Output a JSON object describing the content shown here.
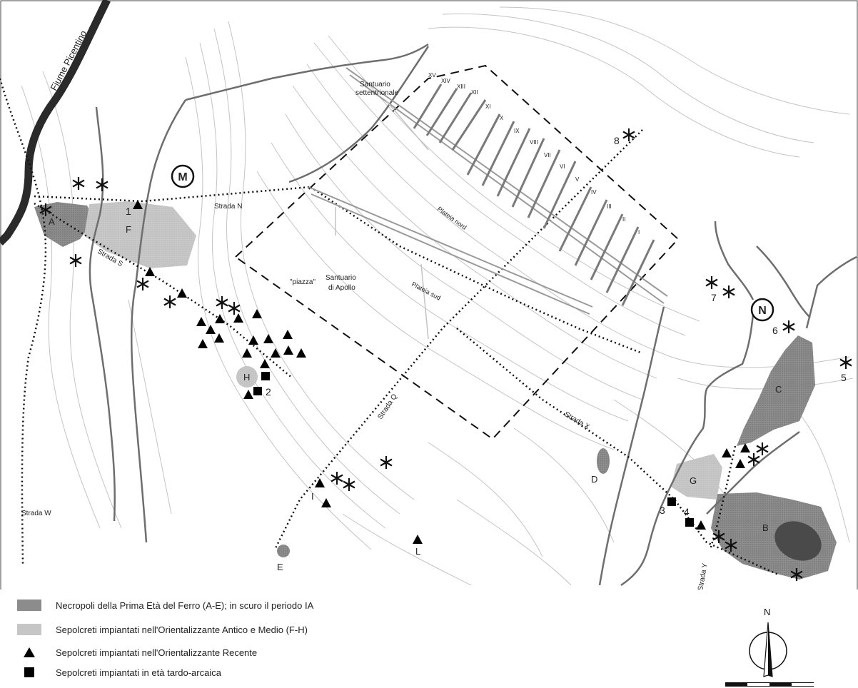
{
  "map": {
    "river": "Fiume Picentino",
    "circle_labels": [
      "M",
      "N"
    ],
    "streets": {
      "n": "Strada N",
      "s": "Strada S",
      "w": "Strada W",
      "q": "Strada Q",
      "x": "Strada X",
      "y": "Strada Y"
    },
    "places": {
      "santuario_sett_1": "Santuario",
      "santuario_sett_2": "settentrionale",
      "piazza": "\"piazza\"",
      "santuario_apollo_1": "Santuario",
      "santuario_apollo_2": "di Apollo",
      "plateia_nord": "Plateia nord",
      "plateia_sud": "Plateia sud"
    },
    "necropolis_letters": [
      "A",
      "B",
      "C",
      "D",
      "E",
      "F",
      "G",
      "H",
      "I",
      "L"
    ],
    "site_numbers": [
      "1",
      "2",
      "3",
      "4",
      "5",
      "6",
      "7",
      "8"
    ],
    "block_numerals": [
      "XV",
      "XIV",
      "XIII",
      "XII",
      "XI",
      "X",
      "IX",
      "VIII",
      "VII",
      "VI",
      "V",
      "IV",
      "III",
      "II",
      "I"
    ],
    "compass": "N"
  },
  "legend": {
    "items": [
      {
        "label": "Necropoli della Prima Età del Ferro (A-E); in scuro il periodo IA",
        "symbol": "dark-area",
        "color": "#8c8c8c"
      },
      {
        "label": "Sepolcreti impiantati nell'Orientalizzante Antico e Medio (F-H)",
        "symbol": "light-area",
        "color": "#c6c6c6"
      },
      {
        "label": "Sepolcreti impiantati nell'Orientalizzante Recente",
        "symbol": "triangle",
        "color": "#000000"
      },
      {
        "label": "Sepolcreti impiantati in età tardo-arcaica",
        "symbol": "square",
        "color": "#000000"
      }
    ]
  }
}
